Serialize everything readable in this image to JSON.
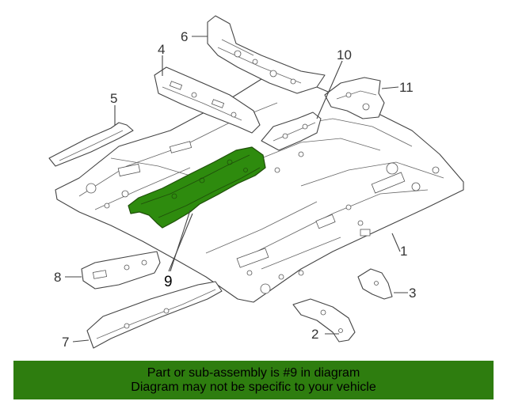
{
  "callouts": {
    "c1": "1",
    "c2": "2",
    "c3": "3",
    "c4": "4",
    "c5": "5",
    "c6": "6",
    "c7": "7",
    "c8": "8",
    "c9": "9",
    "c10": "10",
    "c11": "11"
  },
  "banner": {
    "line1": "Part or sub-assembly is #9 in diagram",
    "line2": "Diagram may not be specific to your vehicle"
  },
  "colors": {
    "highlight": "#2e8b0e",
    "banner": "#2e7d0f"
  }
}
